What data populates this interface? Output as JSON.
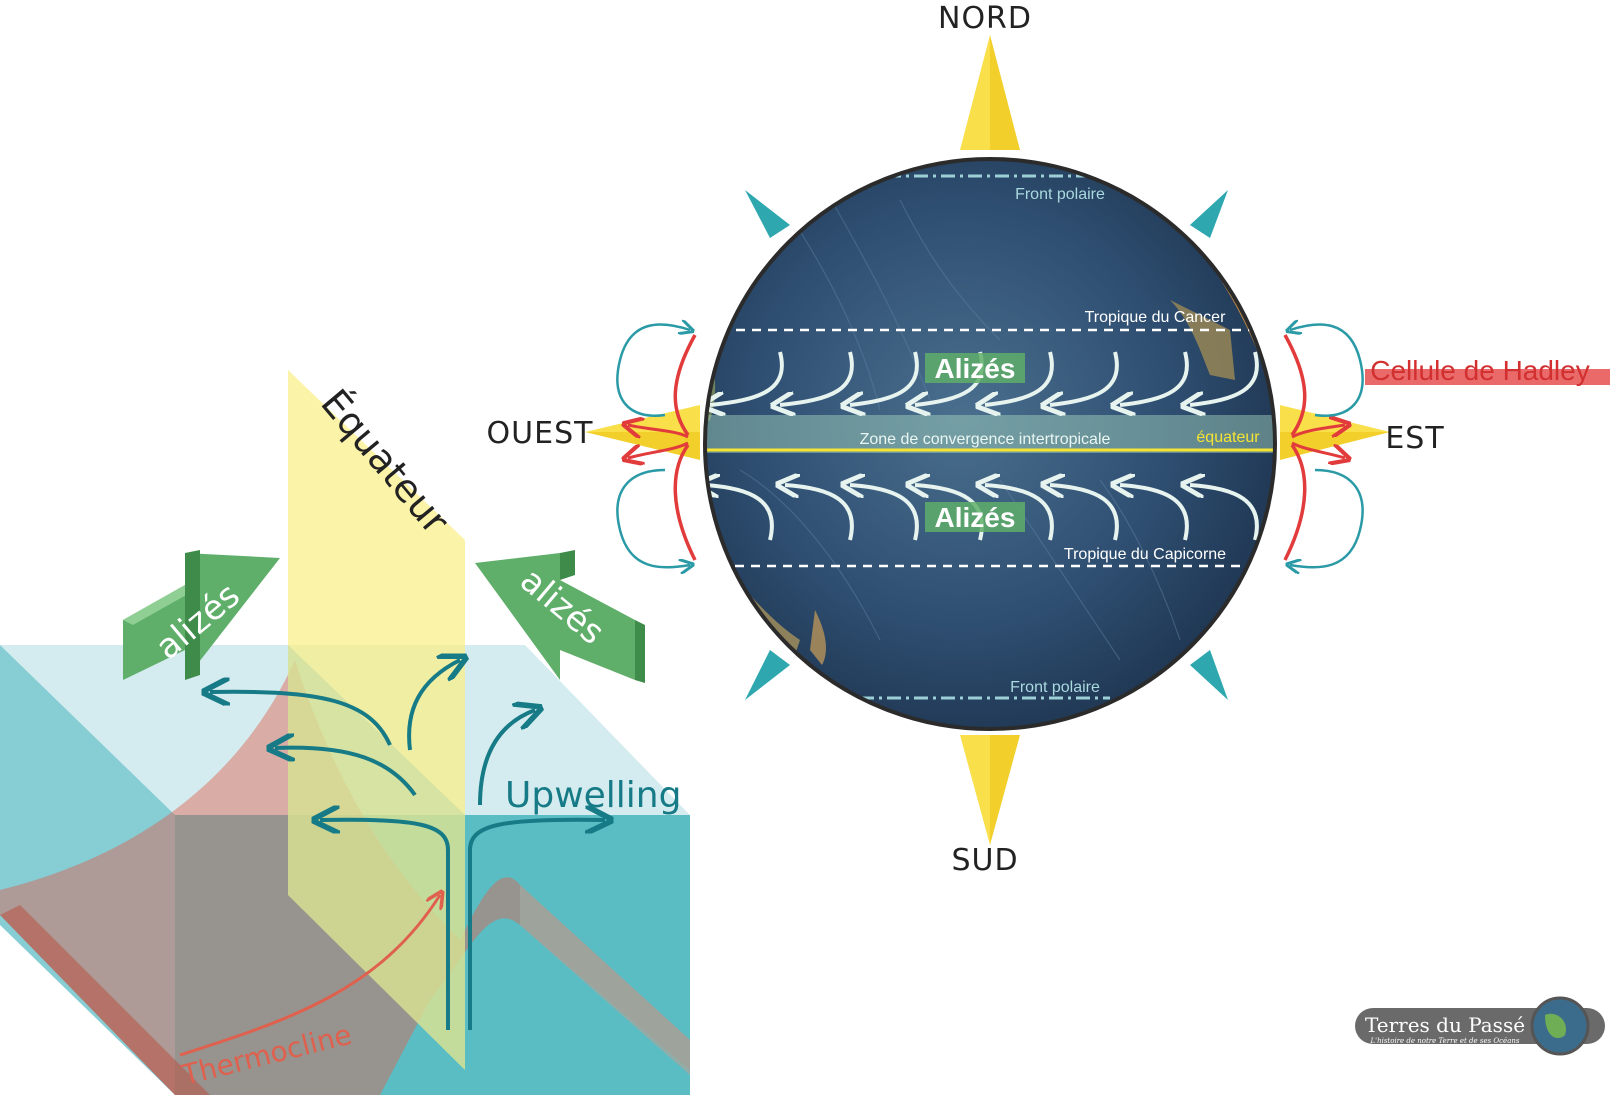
{
  "compass": {
    "north": "NORD",
    "south": "SUD",
    "west": "OUEST",
    "east": "EST",
    "colors": {
      "main": "#f9e04b",
      "diagonal": "#2ea7ae"
    }
  },
  "globe": {
    "front_polaire_top": "Front polaire",
    "front_polaire_bottom": "Front polaire",
    "tropic_cancer": "Tropique du Cancer",
    "tropic_capricorne": "Tropique du Capicorne",
    "zone_convergence": "Zone de convergence intertropicale",
    "equateur": "équateur",
    "alizes_north": "Alizés",
    "alizes_south": "Alizés",
    "colors": {
      "ocean": "#2f4f72",
      "land": "#d39a4a",
      "equator_line": "#f6e432",
      "hadley": "#e23b3b",
      "loop": "#2a9aa6"
    }
  },
  "hadley": {
    "label": "Cellule de Hadley"
  },
  "block": {
    "equateur": "Équateur",
    "alizes_left": "alizés",
    "alizes_right": "alizés",
    "upwelling": "Upwelling",
    "thermocline": "Thermocline",
    "colors": {
      "water": "#5bbdc4",
      "surface": "#d4ecef",
      "thermocline": "#e0604e",
      "arrows": "#167b86",
      "wind": "#5fae6a"
    }
  },
  "logo": {
    "name": "Terres du Passé",
    "tagline": "L'histoire de notre Terre et de ses Océans"
  }
}
